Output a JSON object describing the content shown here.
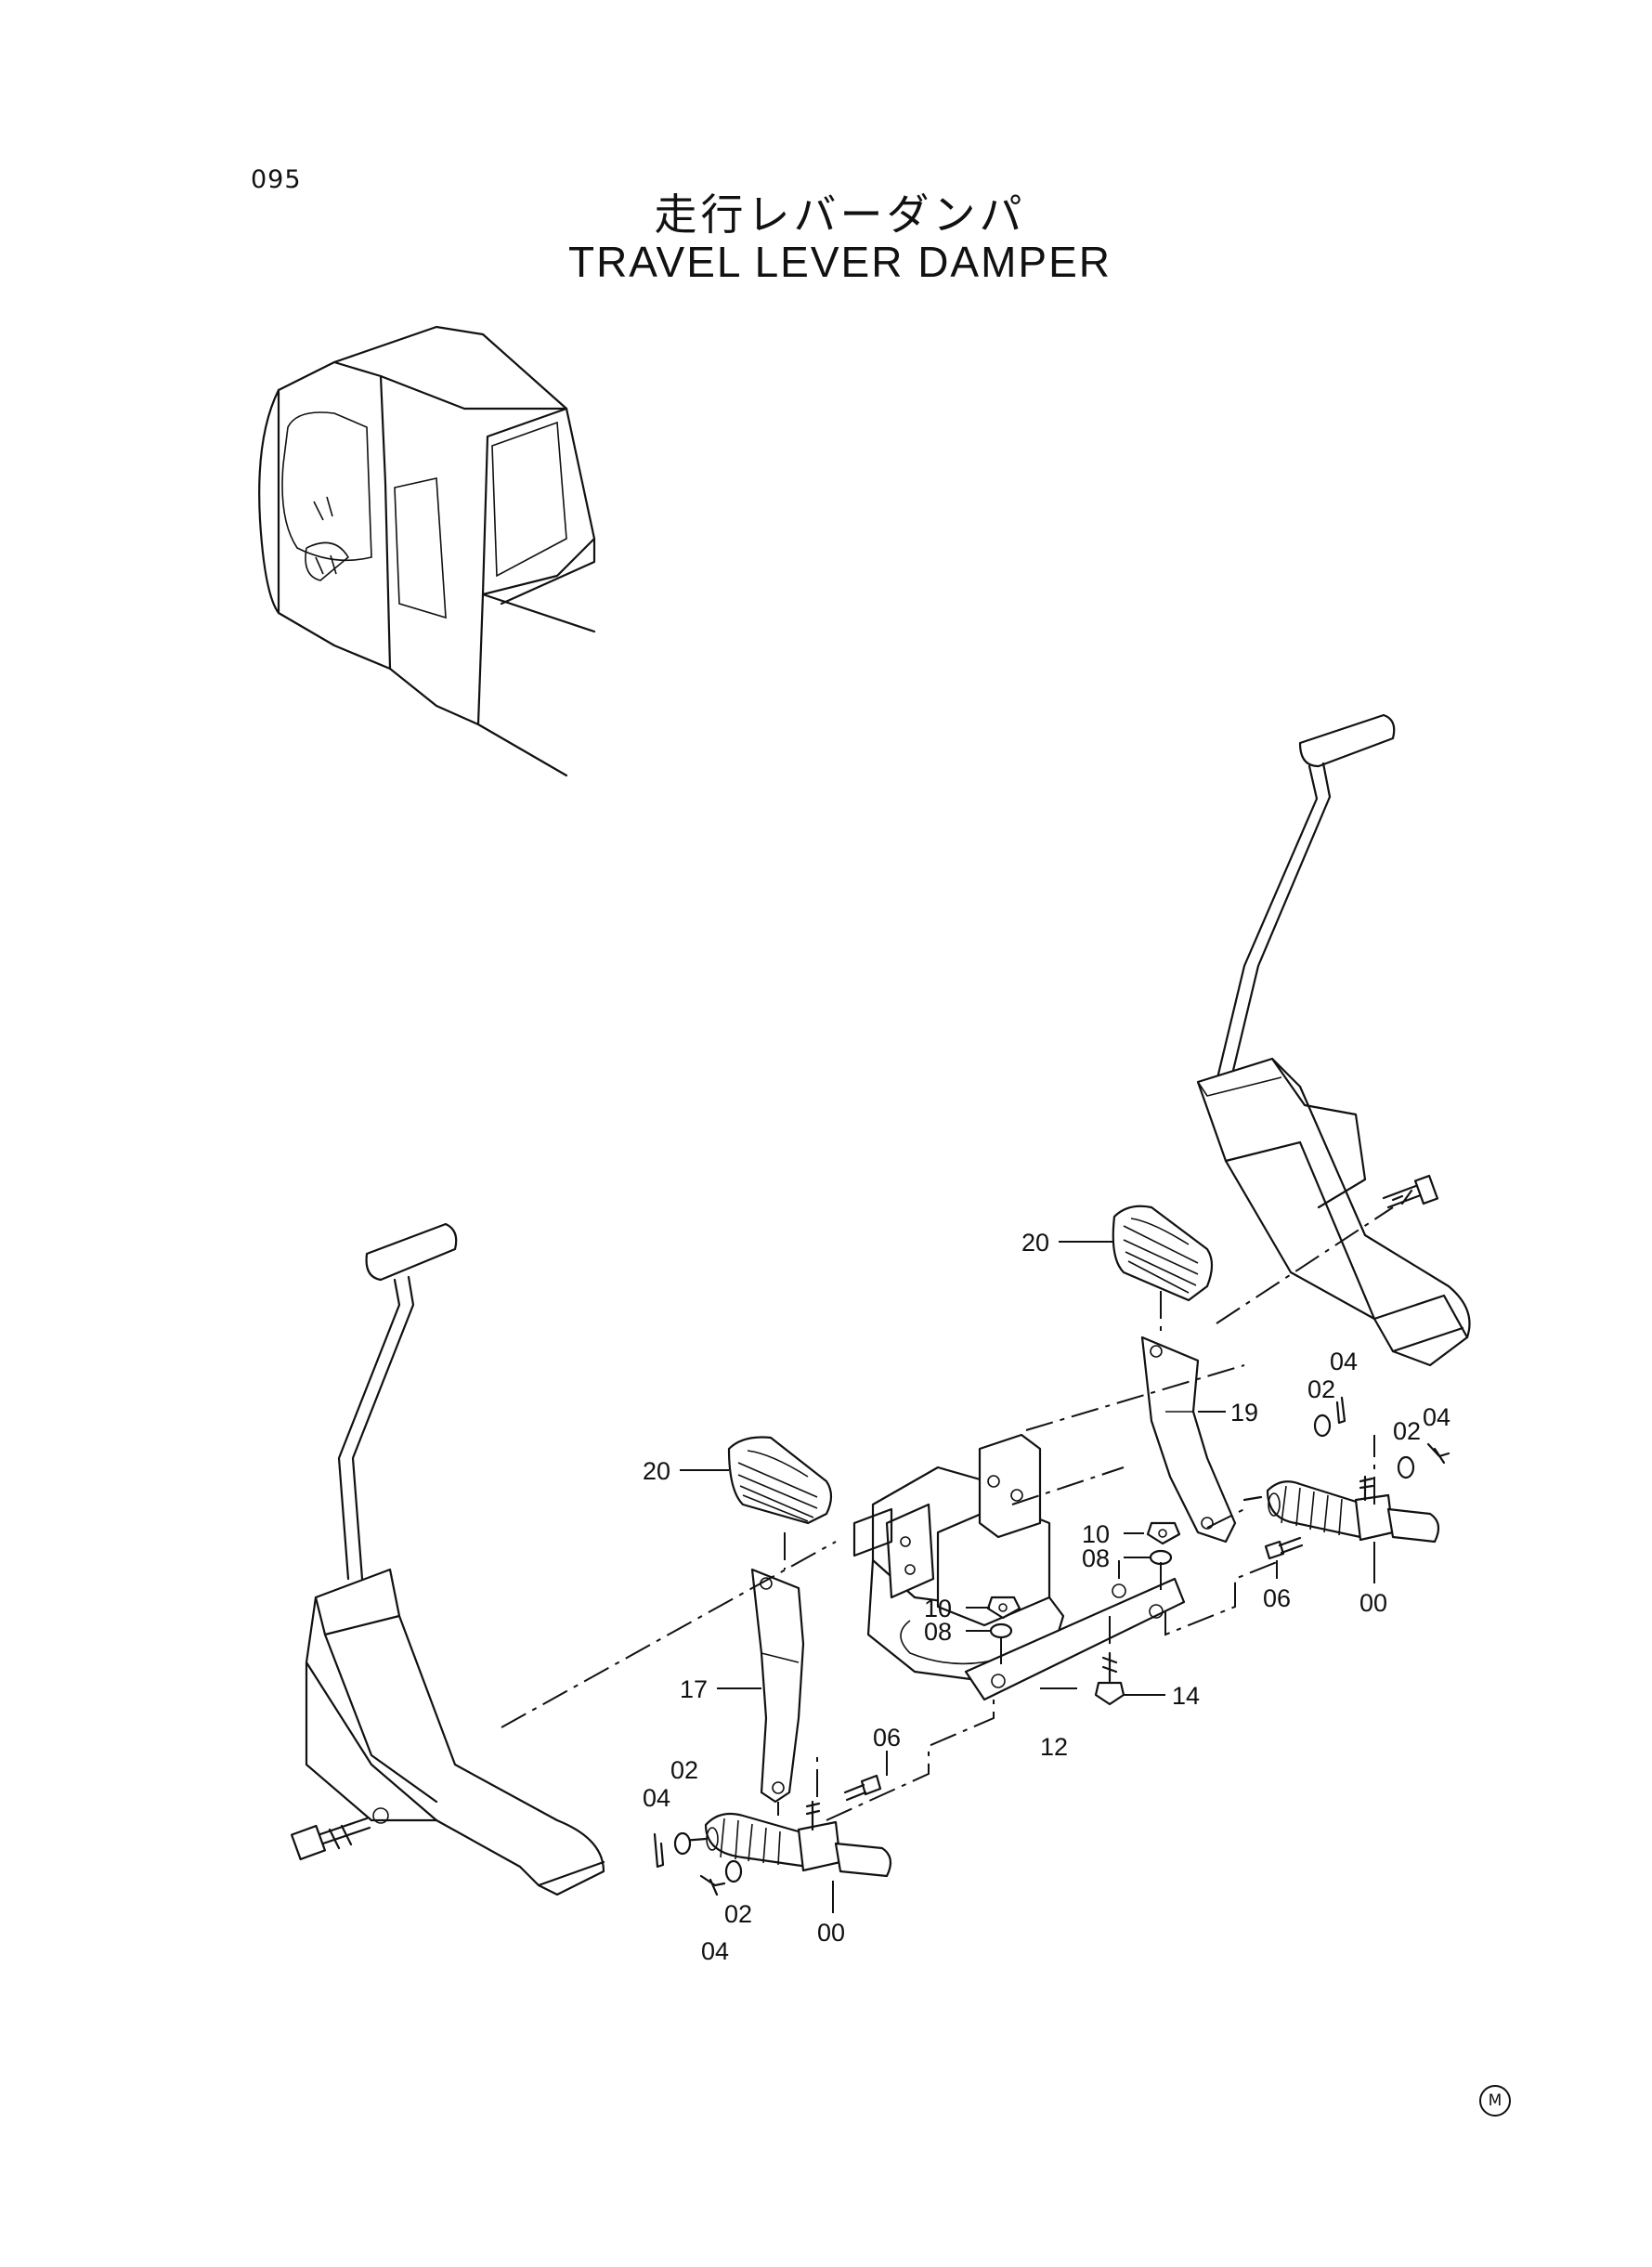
{
  "page_number": "095",
  "title_jp": "走行レバーダンパ",
  "title_en": "TRAVEL LEVER DAMPER",
  "mark": "M",
  "labels": {
    "p20a": "20",
    "p20b": "20",
    "p19": "19",
    "p17": "17",
    "p12": "12",
    "p14": "14",
    "p10a": "10",
    "p08a": "08",
    "p10b": "10",
    "p08b": "08",
    "p04r1": "04",
    "p02r1": "02",
    "p02r2": "02",
    "p04r2": "04",
    "p06r": "06",
    "p00r": "00",
    "p06l": "06",
    "p02l1": "02",
    "p04l1": "04",
    "p02l2": "02",
    "p04l2": "04",
    "p00l": "00"
  }
}
